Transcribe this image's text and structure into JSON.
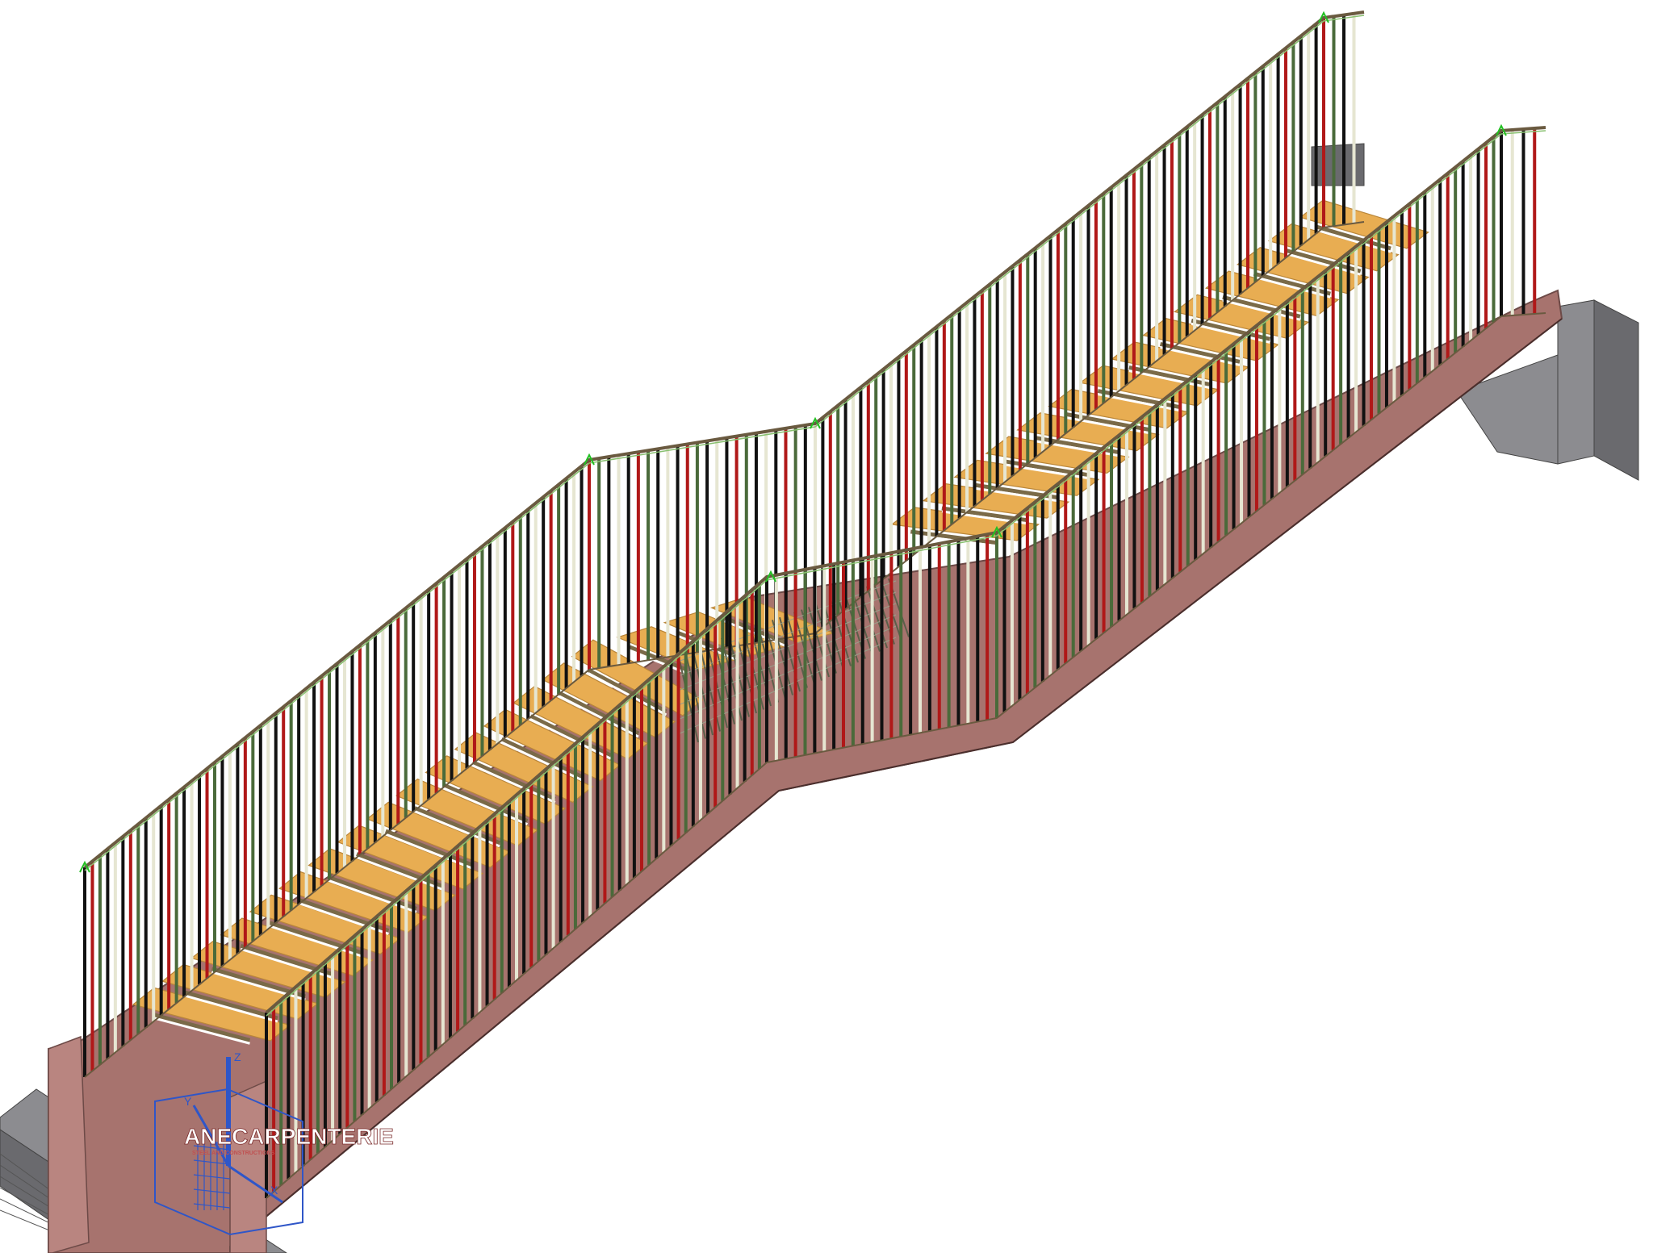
{
  "viewport": {
    "title": "",
    "background": "#ffffff"
  },
  "model": {
    "object": "steel-staircase",
    "flights": 3,
    "landings": 2,
    "colors": {
      "stringer": "#a7736e",
      "stringer_dark": "#6d4a47",
      "tread": "#e8ad52",
      "tread_edge": "#b9863a",
      "baluster_dark": "#111111",
      "baluster_red": "#b01818",
      "baluster_green": "#4a6a3a",
      "baluster_light": "#e6e6d2",
      "handrail": "#6a5a40",
      "support_block": "#8c8c90",
      "support_block_dark": "#6a6a6e",
      "ucs_icon": "#2f56c8",
      "grip_marker": "#22c022"
    }
  },
  "ucs_icon": {
    "axes": [
      "X",
      "Y",
      "Z"
    ],
    "color": "#2f56c8"
  },
  "watermark": {
    "line1": "ANECARPENTERIE",
    "line2": "STEEL AND CONSTRUCTIONS",
    "color": "#ffffff"
  }
}
